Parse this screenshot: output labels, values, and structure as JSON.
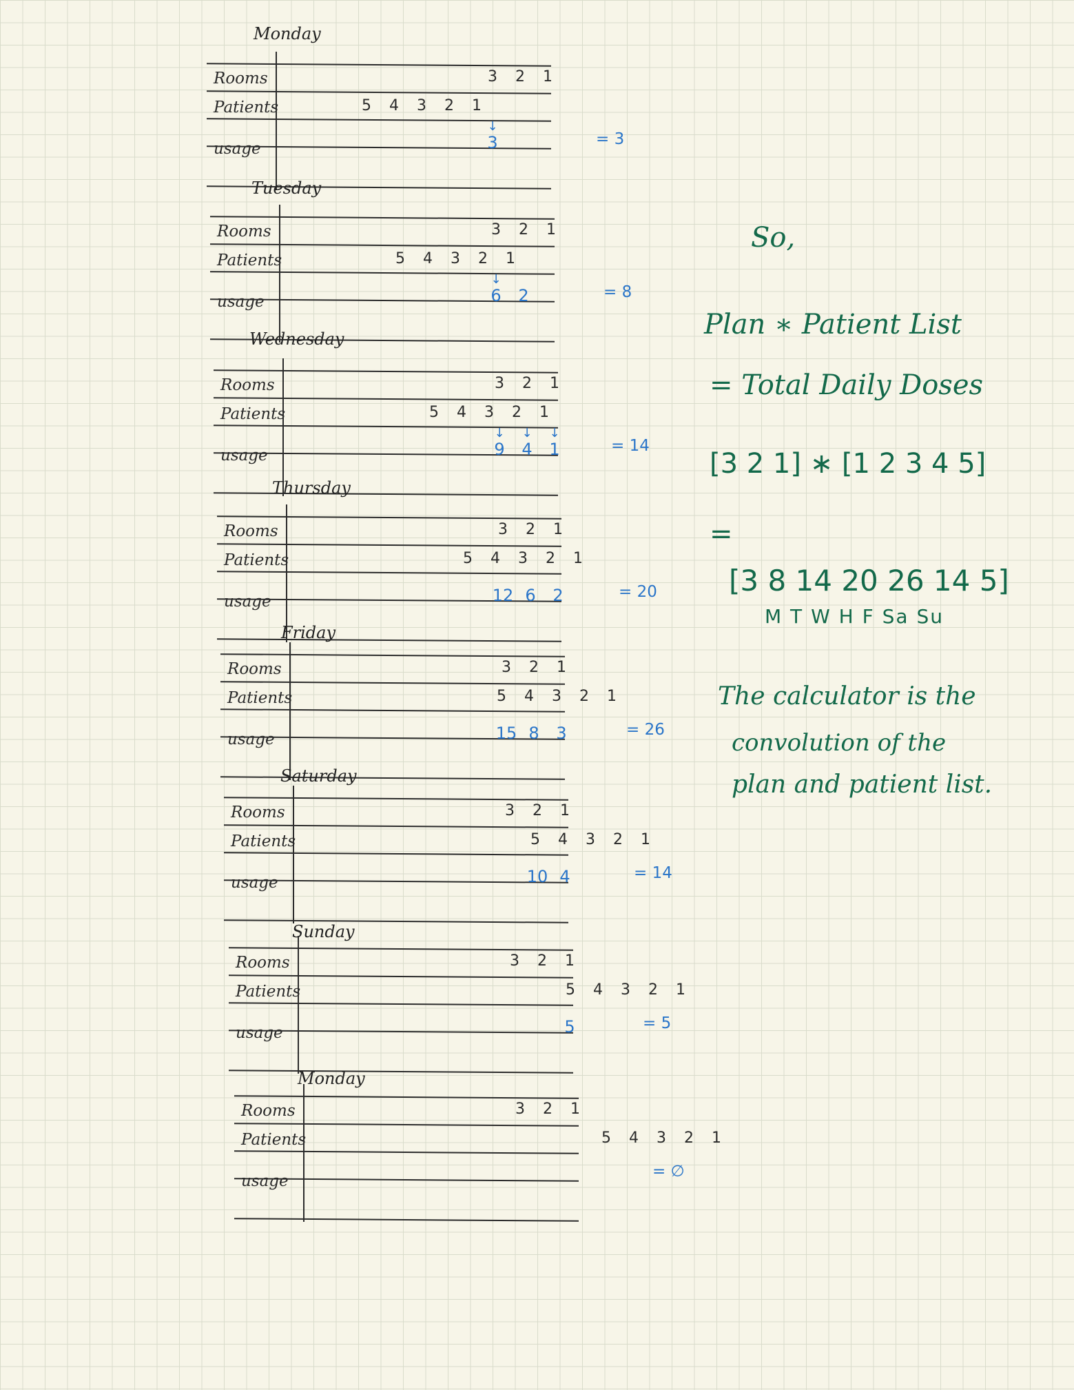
{
  "row_labels": {
    "rooms": "Rooms",
    "patients": "Patients",
    "usage": "usage"
  },
  "rooms": [
    "3",
    "2",
    "1"
  ],
  "days": [
    {
      "name": "Monday",
      "patients": [
        "5",
        "4",
        "3",
        "2",
        "1"
      ],
      "arrows": [
        "↓"
      ],
      "usage": [
        "3"
      ],
      "total": "= 3"
    },
    {
      "name": "Tuesday",
      "patients": [
        "5",
        "4",
        "3",
        "2",
        "1"
      ],
      "arrows": [
        "↓"
      ],
      "usage": [
        "6",
        "2"
      ],
      "total": "= 8"
    },
    {
      "name": "Wednesday",
      "patients": [
        "5",
        "4",
        "3",
        "2",
        "1"
      ],
      "arrows": [
        "↓",
        "↓",
        "↓"
      ],
      "usage": [
        "9",
        "4",
        "1"
      ],
      "total": "= 14"
    },
    {
      "name": "Thursday",
      "patients": [
        "5",
        "4",
        "3",
        "2",
        "1"
      ],
      "arrows": [],
      "usage": [
        "12",
        "6",
        "2"
      ],
      "total": "= 20"
    },
    {
      "name": "Friday",
      "patients": [
        "5",
        "4",
        "3",
        "2",
        "1"
      ],
      "arrows": [],
      "usage": [
        "15",
        "8",
        "3"
      ],
      "total": "= 26"
    },
    {
      "name": "Saturday",
      "patients": [
        "5",
        "4",
        "3",
        "2",
        "1"
      ],
      "arrows": [],
      "usage": [
        "10",
        "4"
      ],
      "total": "= 14"
    },
    {
      "name": "Sunday",
      "patients": [
        "5",
        "4",
        "3",
        "2",
        "1"
      ],
      "arrows": [],
      "usage": [
        "5"
      ],
      "total": "= 5"
    },
    {
      "name": "Monday",
      "patients": [
        "5",
        "4",
        "3",
        "2",
        "1"
      ],
      "arrows": [],
      "usage": [],
      "total": "= ∅"
    }
  ],
  "notes": {
    "so": "So,",
    "plan_line": "Plan ∗ Patient List",
    "equals_line": "= Total Daily Doses",
    "vector_line": "[3 2 1] ∗ [1 2 3 4 5]",
    "equals_sign": "=",
    "result_line": "[3  8 14  20  26  14  5]",
    "weekday_line": "M   T   W   H   F   Sa Su",
    "conclusion_1": "The calculator is the",
    "conclusion_2": "convolution of the",
    "conclusion_3": "plan and patient list."
  }
}
